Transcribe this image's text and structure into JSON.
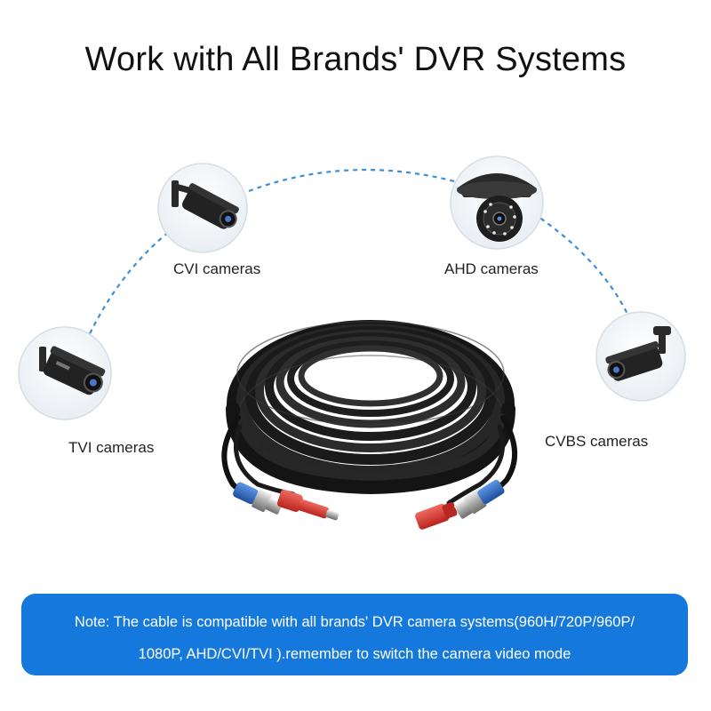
{
  "title": "Work with All Brands' DVR Systems",
  "cameras": {
    "cvi": "CVI cameras",
    "ahd": "AHD cameras",
    "tvi": "TVI cameras",
    "cvbs": "CVBS cameras"
  },
  "note": {
    "line1": "Note: The cable is compatible with all brands' DVR camera systems(960H/720P/960P/",
    "line2": "1080P, AHD/CVI/TVI ).remember to switch the camera video mode"
  },
  "colors": {
    "accent": "#1478dc",
    "dashed_arc": "#3a8fd8",
    "cable": "#1c1c1c",
    "bnc_blue": "#2f6fc4",
    "dc_red": "#d83a34"
  }
}
